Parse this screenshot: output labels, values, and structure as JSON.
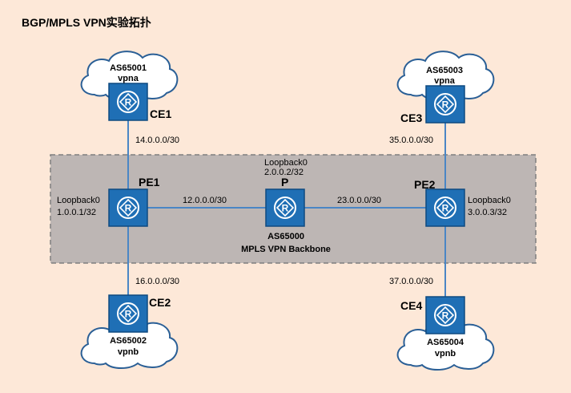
{
  "title": "BGP/MPLS VPN实验拓扑",
  "colors": {
    "background": "#fde8d8",
    "backbone_fill": "#bdb6b4",
    "backbone_border": "#7f7f7f",
    "router_fill": "#1f6fb5",
    "router_border": "#0e4a80",
    "link": "#4a86c5",
    "cloud_fill": "#ffffff",
    "cloud_border": "#2a5f96"
  },
  "backbone": {
    "as": "AS65000",
    "label": "MPLS VPN Backbone"
  },
  "routers": {
    "ce1": {
      "name": "CE1",
      "as": "AS65001",
      "vpn": "vpna",
      "icon": "router-icon"
    },
    "ce2": {
      "name": "CE2",
      "as": "AS65002",
      "vpn": "vpnb",
      "icon": "router-icon"
    },
    "ce3": {
      "name": "CE3",
      "as": "AS65003",
      "vpn": "vpna",
      "icon": "router-icon"
    },
    "ce4": {
      "name": "CE4",
      "as": "AS65004",
      "vpn": "vpnb",
      "icon": "router-icon"
    },
    "pe1": {
      "name": "PE1",
      "loopback_label": "Loopback0",
      "loopback_ip": "1.0.0.1/32",
      "icon": "router-icon"
    },
    "p": {
      "name": "P",
      "loopback_label": "Loopback0",
      "loopback_ip": "2.0.0.2/32",
      "icon": "router-icon"
    },
    "pe2": {
      "name": "PE2",
      "loopback_label": "Loopback0",
      "loopback_ip": "3.0.0.3/32",
      "icon": "router-icon"
    }
  },
  "links": {
    "ce1_pe1": "14.0.0.0/30",
    "pe1_ce2": "16.0.0.0/30",
    "pe1_p": "12.0.0.0/30",
    "p_pe2": "23.0.0.0/30",
    "ce3_pe2": "35.0.0.0/30",
    "pe2_ce4": "37.0.0.0/30"
  }
}
